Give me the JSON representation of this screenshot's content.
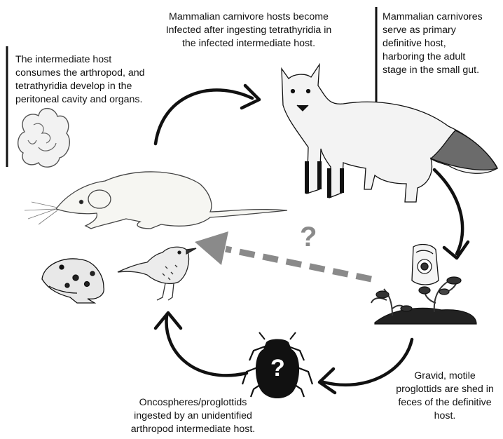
{
  "steps": {
    "top_center": [
      "Mammalian carnivore hosts become",
      "Infected after ingesting tetrathyridia in",
      "the infected intermediate host."
    ],
    "top_right": [
      "Mammalian carnivores",
      "serve as primary",
      "definitive host,",
      "harboring the adult",
      "stage in the small gut."
    ],
    "top_left": [
      "The intermediate host",
      "consumes the arthropod, and",
      "tetrathyridia develop in the",
      "peritoneal cavity and organs."
    ],
    "bottom_right": [
      "Gravid, motile",
      "proglottids are shed in",
      "feces of the definitive",
      "host."
    ],
    "bottom_center": [
      "Oncospheres/proglottids",
      "ingested by an unidentified",
      "arthropod intermediate host."
    ]
  },
  "unknown_route_label": "?",
  "arthropod_label": "?"
}
